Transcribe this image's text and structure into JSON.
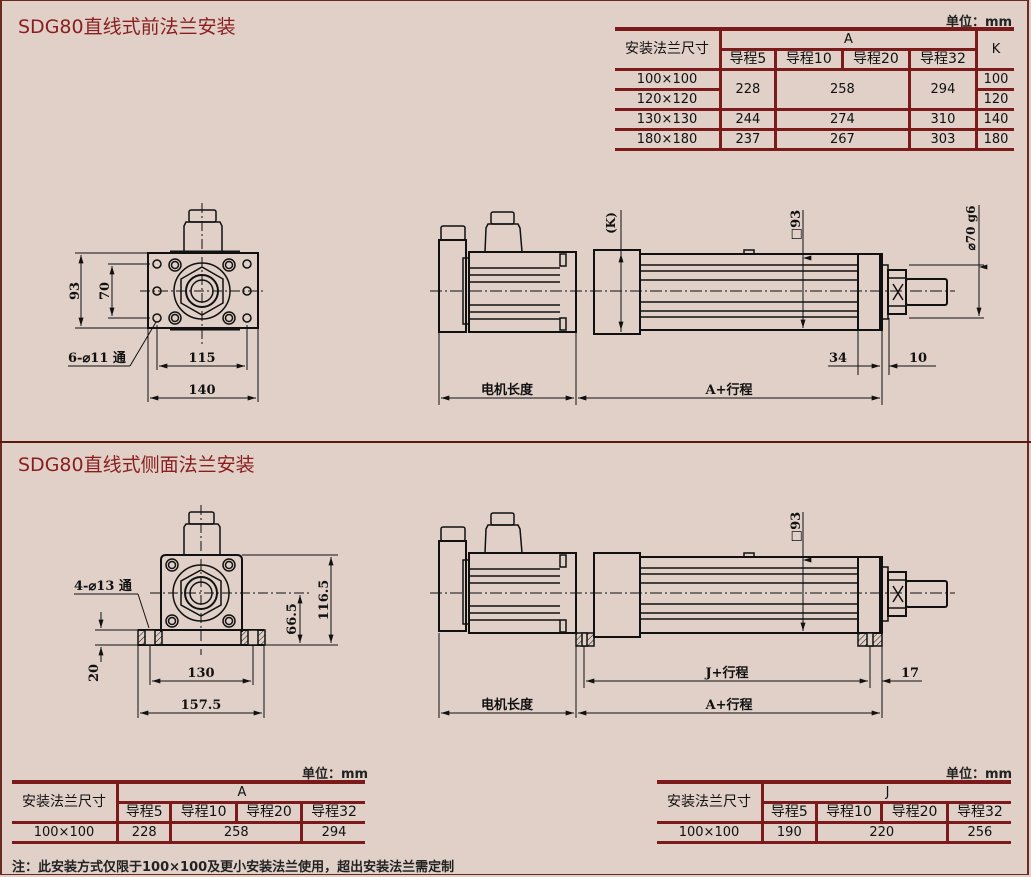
{
  "sections": [
    {
      "title": "SDG80直线式前法兰安装"
    },
    {
      "title": "SDG80直线式侧面法兰安装"
    }
  ],
  "unit_label": "单位：mm",
  "table_front": {
    "col_size": "安装法兰尺寸",
    "group_a": "A",
    "col_k": "K",
    "leads": [
      "导程5",
      "导程10",
      "导程20",
      "导程32"
    ],
    "rows": [
      {
        "size": "100×100",
        "a5": "228",
        "a10_20": "258",
        "a32": "294",
        "k": "100"
      },
      {
        "size": "120×120",
        "k": "120"
      },
      {
        "size": "130×130",
        "a5": "244",
        "a10_20": "274",
        "a32": "310",
        "k": "140"
      },
      {
        "size": "180×180",
        "a5": "237",
        "a10_20": "267",
        "a32": "303",
        "k": "180"
      }
    ]
  },
  "table_side_a": {
    "col_size": "安装法兰尺寸",
    "group": "A",
    "leads": [
      "导程5",
      "导程10",
      "导程20",
      "导程32"
    ],
    "row": {
      "size": "100×100",
      "v5": "228",
      "v10_20": "258",
      "v32": "294"
    }
  },
  "table_side_j": {
    "col_size": "安装法兰尺寸",
    "group": "J",
    "leads": [
      "导程5",
      "导程10",
      "导程20",
      "导程32"
    ],
    "row": {
      "size": "100×100",
      "v5": "190",
      "v10_20": "220",
      "v32": "256"
    }
  },
  "drawing_front": {
    "dim_93": "93",
    "dim_70": "70",
    "holes": "6-⌀11 通",
    "dim_115": "115",
    "dim_140": "140",
    "dim_k": "(K)",
    "square_93": "□93",
    "shaft": "⌀70 g6",
    "dim_34": "34",
    "dim_10": "10",
    "motor_len": "电机长度",
    "a_stroke": "A+行程"
  },
  "drawing_side": {
    "holes": "4-⌀13 通",
    "dim_20": "20",
    "dim_130": "130",
    "dim_157": "157.5",
    "dim_66": "66.5",
    "dim_116": "116.5",
    "square_93": "□93",
    "j_stroke": "J+行程",
    "dim_17": "17",
    "motor_len": "电机长度",
    "a_stroke": "A+行程"
  },
  "note": "注：此安装方式仅限于100×100及更小安装法兰使用，超出安装法兰需定制",
  "colors": {
    "background": "#e0d0c8",
    "accent": "#7a1a1a",
    "title": "#8a1e1e"
  }
}
